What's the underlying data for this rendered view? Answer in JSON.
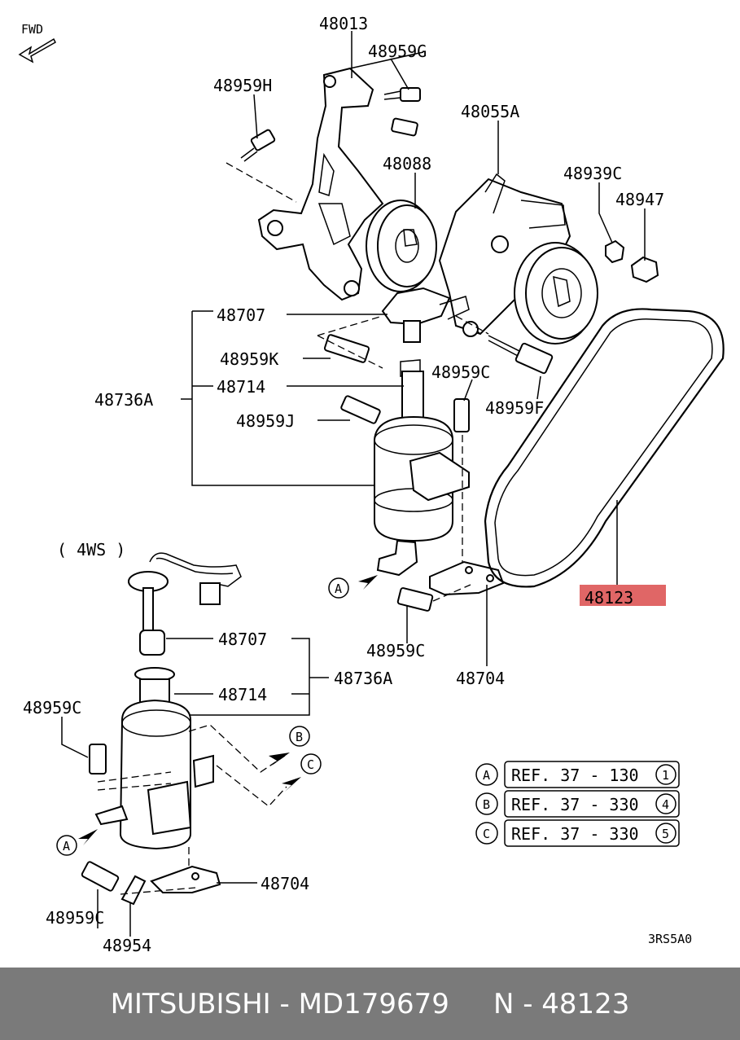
{
  "fwd_label": "FWD",
  "variant_label": "( 4WS )",
  "diagram_code": "3RS5A0",
  "highlight_color": "#e06666",
  "parts": {
    "p48013": "48013",
    "p48959G": "48959G",
    "p48959H": "48959H",
    "p48055A": "48055A",
    "p48088": "48088",
    "p48939C": "48939C",
    "p48947": "48947",
    "p48707_top": "48707",
    "p48959K": "48959K",
    "p48714_top": "48714",
    "p48736A_top": "48736A",
    "p48959C_top": "48959C",
    "p48959F": "48959F",
    "p48959J": "48959J",
    "p48123": "48123",
    "p48959C_mid": "48959C",
    "p48704_top": "48704",
    "p48707_bot": "48707",
    "p48714_bot": "48714",
    "p48736A_bot": "48736A",
    "p48959C_left": "48959C",
    "p48704_bot": "48704",
    "p48959C_bot": "48959C",
    "p48954": "48954"
  },
  "circle_labels": {
    "a": "A",
    "b": "B",
    "c": "C"
  },
  "references": [
    {
      "letter": "A",
      "text": "REF. 37 - 130",
      "num": "1"
    },
    {
      "letter": "B",
      "text": "REF. 37 - 330",
      "num": "4"
    },
    {
      "letter": "C",
      "text": "REF. 37 - 330",
      "num": "5"
    }
  ],
  "footer": {
    "brand": "MITSUBISHI",
    "sep1": " - ",
    "part_number": "MD179679",
    "gap": "     ",
    "code": "N - 48123"
  }
}
